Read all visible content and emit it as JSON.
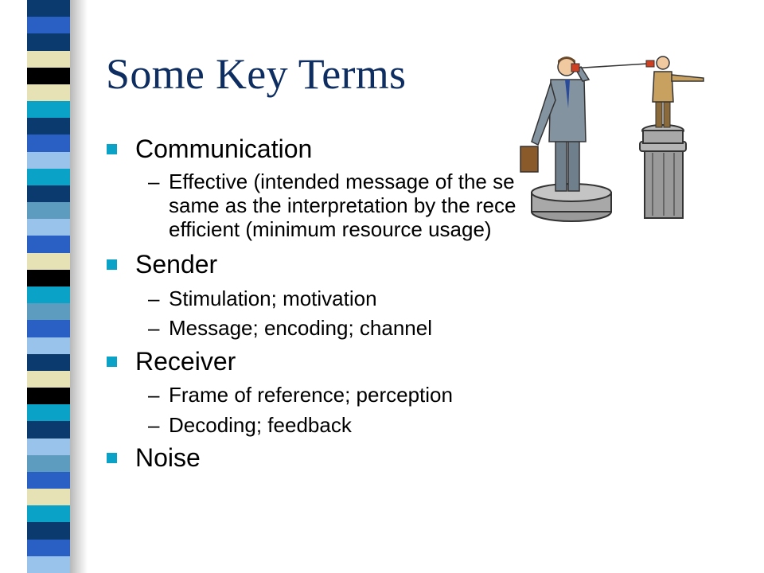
{
  "slide": {
    "title": "Some Key Terms",
    "bullets": [
      {
        "label": "Communication",
        "subs": [
          {
            "lines": [
              "Effective (intended message of the sender is the",
              "same as the interpretation by the receiver) vs",
              "efficient (minimum resource usage)"
            ]
          }
        ]
      },
      {
        "label": "Sender",
        "subs": [
          {
            "lines": [
              "Stimulation; motivation"
            ]
          },
          {
            "lines": [
              "Message; encoding; channel"
            ]
          }
        ]
      },
      {
        "label": "Receiver",
        "subs": [
          {
            "lines": [
              "Frame of reference; perception"
            ]
          },
          {
            "lines": [
              "Decoding; feedback"
            ]
          }
        ]
      },
      {
        "label": "Noise",
        "subs": []
      }
    ],
    "sub_marker": "–",
    "clipart": "two-men-tin-can-telephone-illustration"
  },
  "colors": {
    "title": "#0e2e61",
    "bullet_marker": "#0aa2c7",
    "stripes": [
      "#0b3a6e",
      "#2a5fc4",
      "#0aa2c7",
      "#e6e2b5",
      "#9ac3ec",
      "#000000",
      "#5d9bbf"
    ]
  }
}
